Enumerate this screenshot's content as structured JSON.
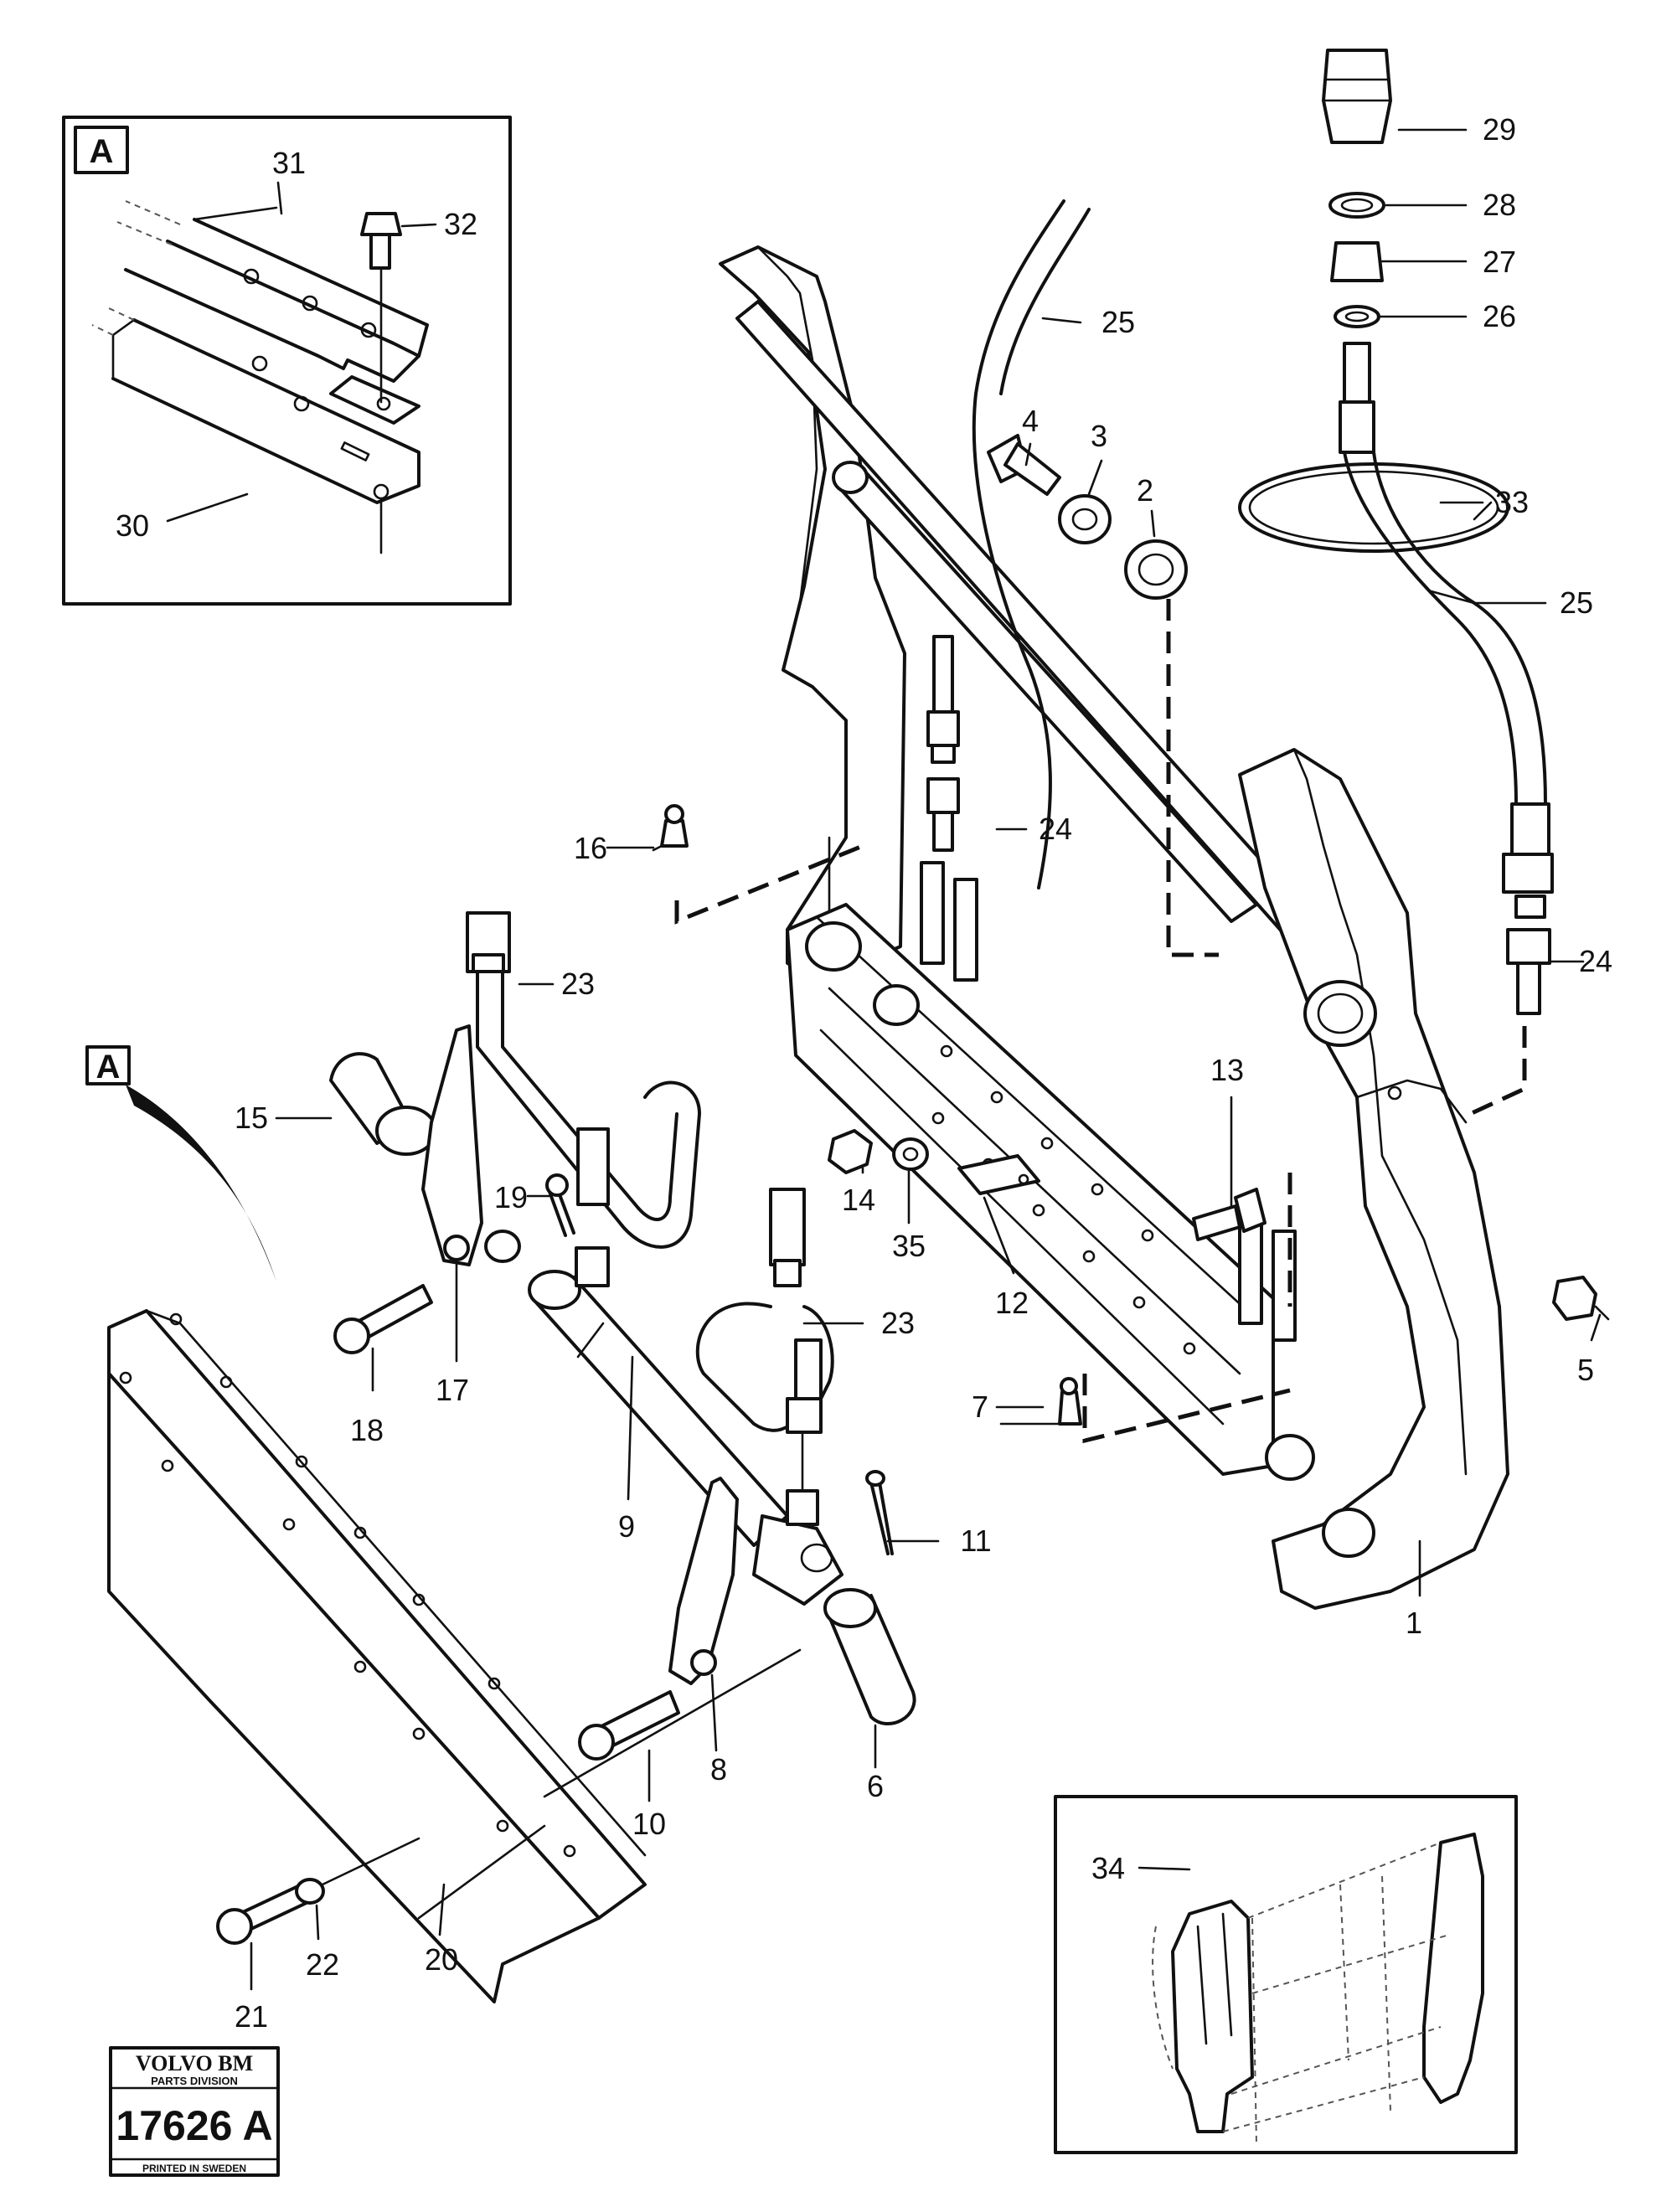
{
  "inset_tag": "A",
  "parts": {
    "p1": "1",
    "p2": "2",
    "p3": "3",
    "p4": "4",
    "p5": "5",
    "p6": "6",
    "p7": "7",
    "p8": "8",
    "p9": "9",
    "p10": "10",
    "p11": "11",
    "p12": "12",
    "p13": "13",
    "p14": "14",
    "p15": "15",
    "p16": "16",
    "p17": "17",
    "p18": "18",
    "p19": "19",
    "p20": "20",
    "p21": "21",
    "p22": "22",
    "p23": "23",
    "p24": "24",
    "p25": "25",
    "p26": "26",
    "p27": "27",
    "p28": "28",
    "p29": "29",
    "p30": "30",
    "p31": "31",
    "p32": "32",
    "p33": "33",
    "p34": "34",
    "p35": "35"
  },
  "logo": {
    "brand": "VOLVO BM",
    "division": "PARTS DIVISION",
    "number": "17626 A",
    "printed": "PRINTED IN SWEDEN"
  }
}
